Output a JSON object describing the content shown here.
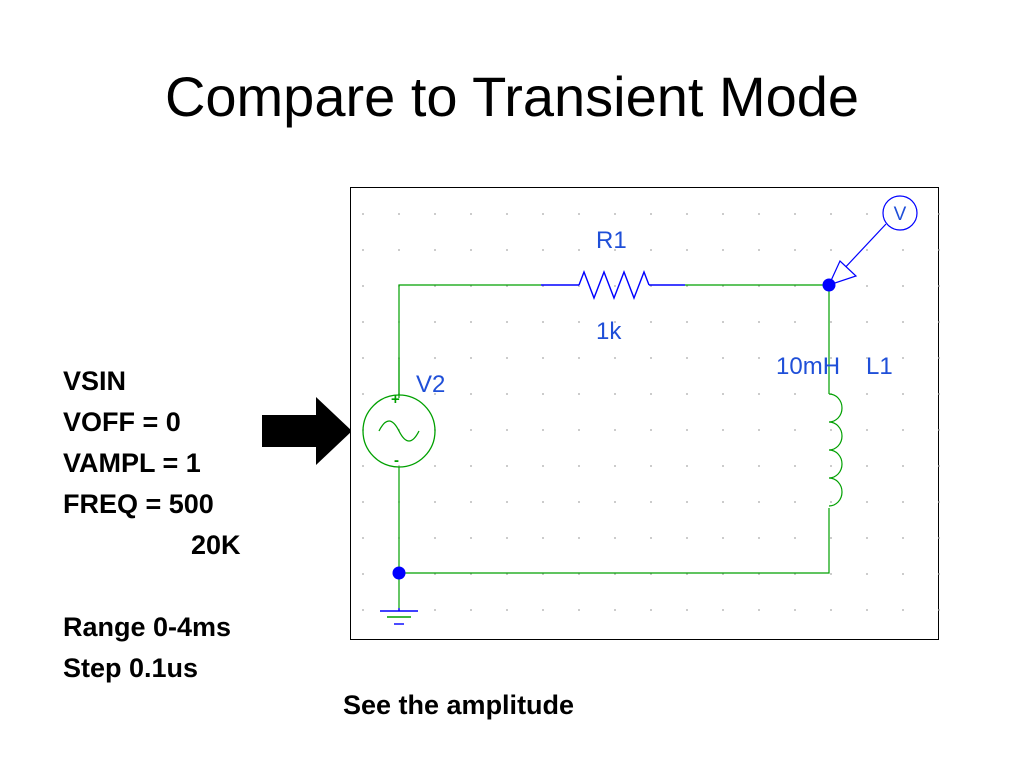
{
  "slide": {
    "title": "Compare to Transient Mode",
    "caption": "See the amplitude"
  },
  "parameters": {
    "source_type": "VSIN",
    "voff": "VOFF = 0",
    "vampl": "VAMPL = 1",
    "freq": "FREQ = 500",
    "freq_alt": "20K",
    "range": "Range 0-4ms",
    "step": "Step 0.1us"
  },
  "schematic": {
    "resistor_ref": "R1",
    "resistor_value": "1k",
    "inductor_value": "10mH",
    "inductor_ref": "L1",
    "source_ref": "V2",
    "source_plus": "+",
    "source_minus": "-",
    "probe_label": "V",
    "colors": {
      "wire": "#00a000",
      "component": "#0000ff",
      "label": "#1f4fd8",
      "junction": "#0000ff",
      "grid_dot": "#a8a8a8",
      "border": "#000000"
    }
  },
  "arrow": {
    "color": "#000000",
    "direction": "right"
  }
}
